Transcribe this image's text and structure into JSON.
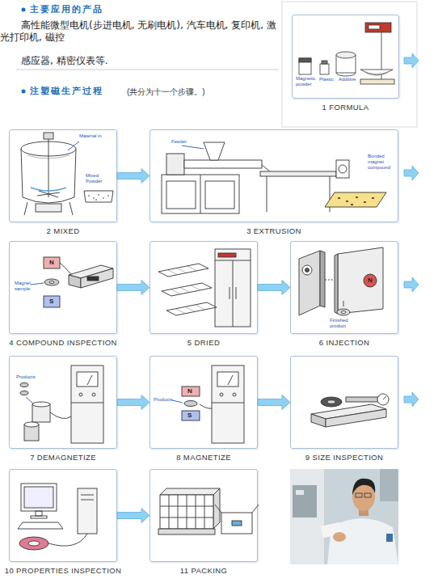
{
  "diagram": {
    "nodes": [
      {
        "text": [
          "1 FORMULA"
        ]
      },
      {
        "text": [
          "2 MIXED"
        ]
      },
      {
        "text": [
          "3 EXTRUSION"
        ]
      },
      {
        "text": [
          "4 COMPOUND INSPECTION"
        ]
      },
      {
        "text": [
          "5 DRIED"
        ]
      },
      {
        "text": [
          "6 INJECTION"
        ]
      },
      {
        "text": [
          "7 DEMAGNETIZE"
        ]
      },
      {
        "text": [
          "8 MAGNETIZE"
        ]
      },
      {
        "text": [
          "9 SIZE INSPECTION"
        ]
      },
      {
        "text": [
          "10 PROPERTIES INSPECTION"
        ]
      },
      {
        "text": [
          "11 PACKING"
        ]
      }
    ],
    "edges": [
      {
        "from": 1,
        "to": 2,
        "arrow": "to"
      },
      {
        "from": 3,
        "to": 4,
        "arrow": "to"
      },
      {
        "from": 4,
        "to": 5,
        "arrow": "to"
      },
      {
        "from": 6,
        "to": 7,
        "arrow": "to"
      },
      {
        "from": 7,
        "to": 8,
        "arrow": "to"
      },
      {
        "from": 9,
        "to": 10,
        "arrow": "to"
      }
    ],
    "labels": [
      "主要应用的产品",
      "高性能微型电机(步进电机, 无刷电机), 汽车电机, 复印机, 激光打印机, 磁控",
      "感应器, 精密仪表等.",
      "注塑磁生产过程",
      "(共分为十一个步骤。)",
      "Magnetic powder",
      "Plastic",
      "Additive",
      "Material in",
      "Mixed Powder",
      "Feeder",
      "Bonded magnet compound",
      "Magnet sample",
      "N",
      "S",
      "N",
      "Finished product",
      "Products",
      "Products",
      "N",
      "S"
    ]
  }
}
